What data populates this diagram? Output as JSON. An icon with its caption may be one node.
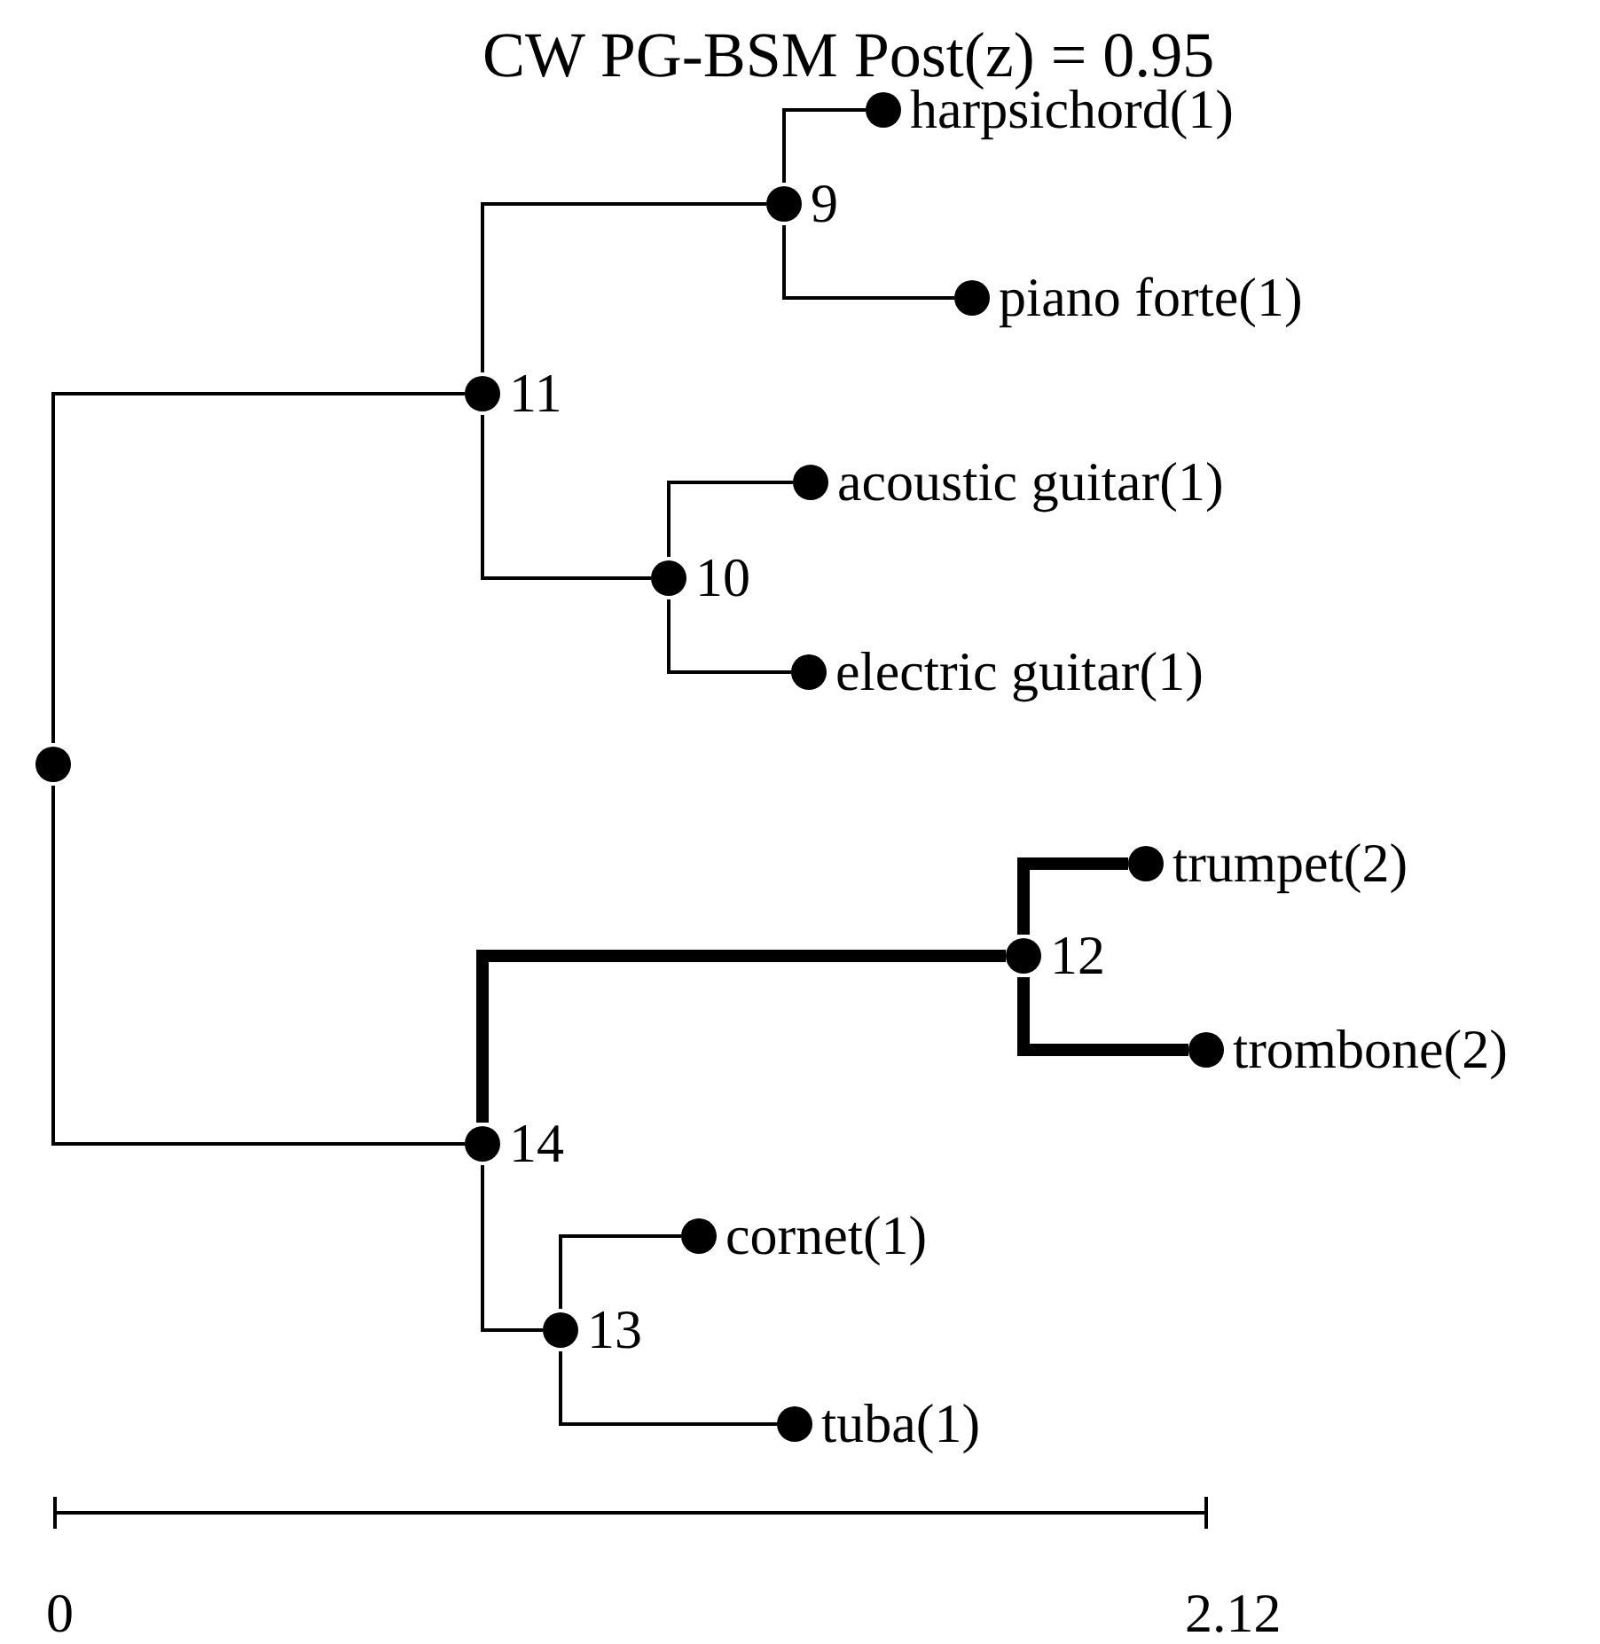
{
  "diagram": {
    "title": "CW PG-BSM Post(z) = 0.95",
    "nodes": [
      {
        "text": [
          "harpsichord(1)"
        ]
      },
      {
        "text": [
          "9"
        ]
      },
      {
        "text": [
          "piano forte(1)"
        ]
      },
      {
        "text": [
          "11"
        ]
      },
      {
        "text": [
          "acoustic guitar(1)"
        ]
      },
      {
        "text": [
          "10"
        ]
      },
      {
        "text": [
          "electric guitar(1)"
        ]
      },
      {
        "text": [],
        "shape": "circle"
      },
      {
        "text": [
          "trumpet(2)"
        ]
      },
      {
        "text": [
          "12"
        ]
      },
      {
        "text": [
          "trombone(2)"
        ]
      },
      {
        "text": [
          "14"
        ]
      },
      {
        "text": [
          "cornet(1)"
        ]
      },
      {
        "text": [
          "13"
        ]
      },
      {
        "text": [
          "tuba(1)"
        ]
      }
    ],
    "edges": [
      {
        "from": 7,
        "to": 3,
        "arrow": "none"
      },
      {
        "from": 7,
        "to": 11,
        "arrow": "none"
      },
      {
        "from": 3,
        "to": 1,
        "arrow": "none"
      },
      {
        "from": 3,
        "to": 5,
        "arrow": "none"
      },
      {
        "from": 1,
        "to": 0,
        "arrow": "none"
      },
      {
        "from": 1,
        "to": 2,
        "arrow": "none"
      },
      {
        "from": 5,
        "to": 4,
        "arrow": "none"
      },
      {
        "from": 5,
        "to": 6,
        "arrow": "none"
      },
      {
        "from": 11,
        "to": 9,
        "arrow": "none",
        "style": "thick"
      },
      {
        "from": 9,
        "to": 8,
        "arrow": "none",
        "style": "thick"
      },
      {
        "from": 9,
        "to": 10,
        "arrow": "none",
        "style": "thick"
      },
      {
        "from": 11,
        "to": 13,
        "arrow": "none"
      },
      {
        "from": 13,
        "to": 12,
        "arrow": "none"
      },
      {
        "from": 13,
        "to": 14,
        "arrow": "none"
      }
    ],
    "labels": [
      "0",
      "2.12"
    ]
  }
}
